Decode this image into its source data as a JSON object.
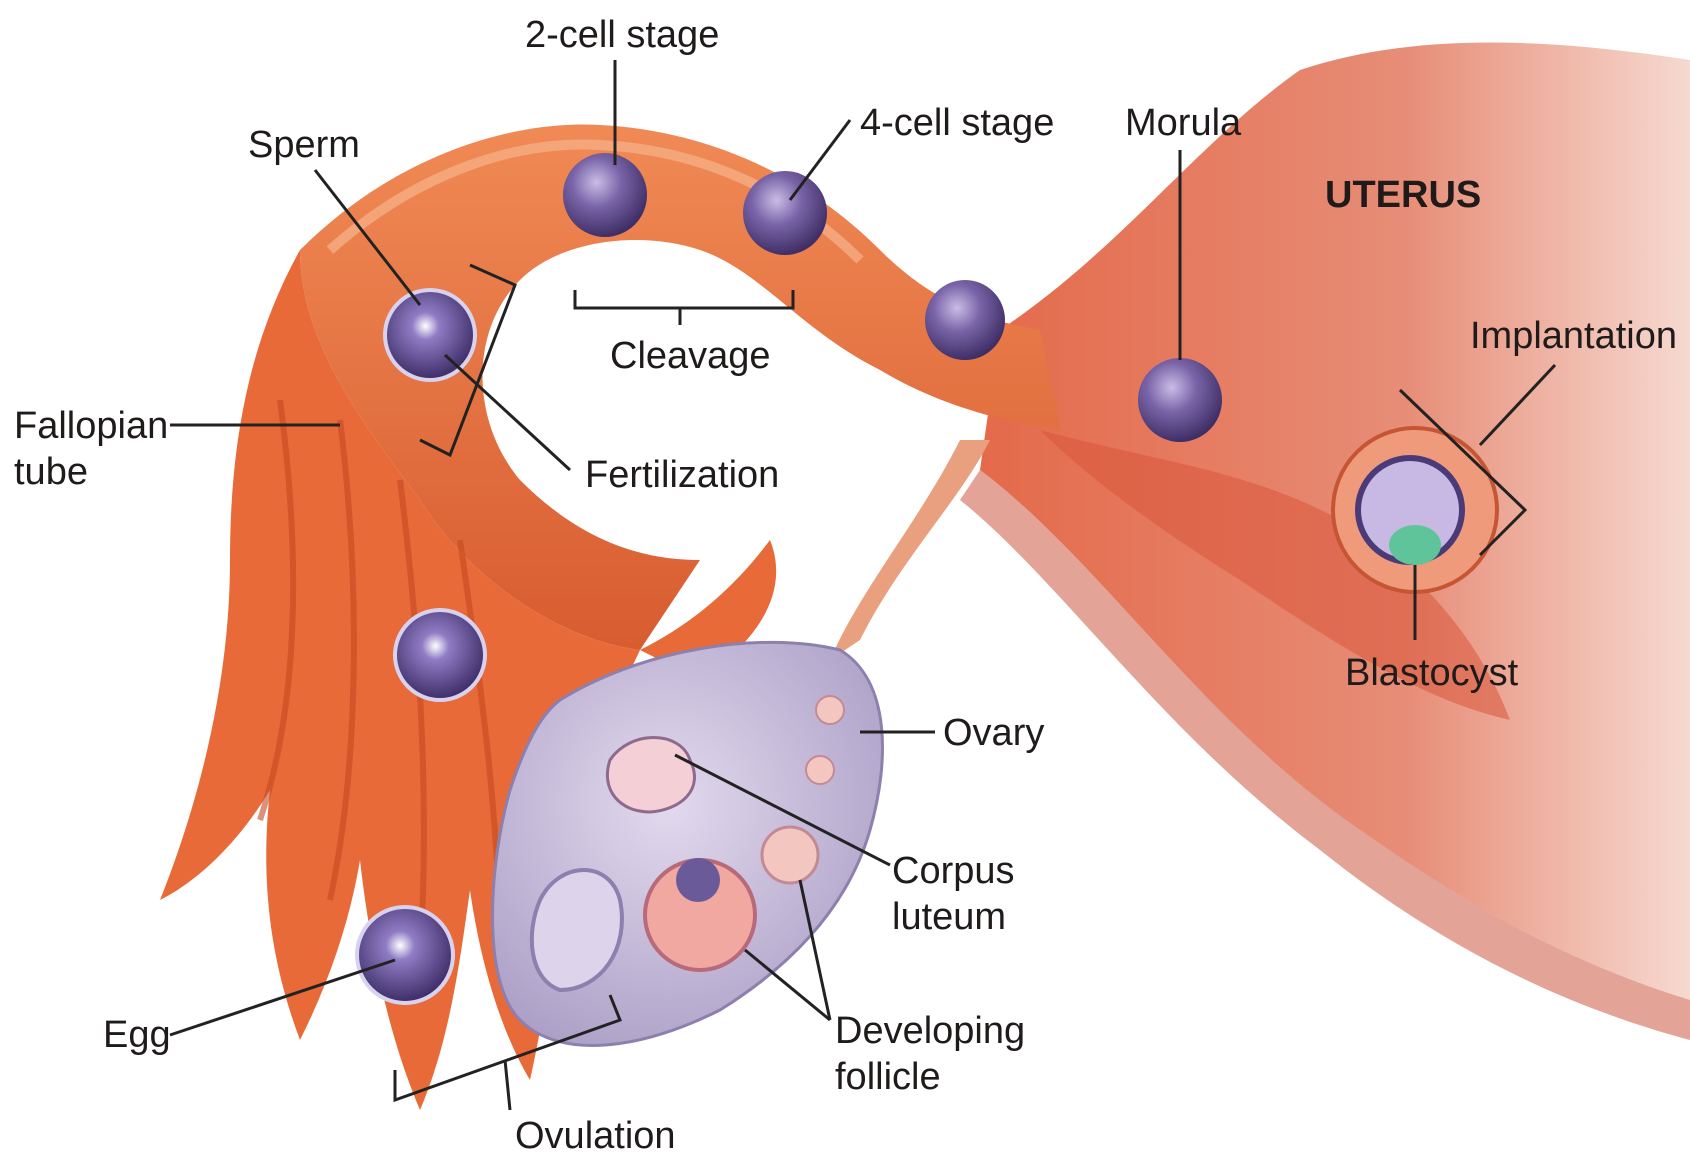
{
  "labels": {
    "two_cell_stage": "2-cell stage",
    "four_cell_stage": "4-cell stage",
    "morula": "Morula",
    "sperm": "Sperm",
    "uterus": "UTERUS",
    "cleavage": "Cleavage",
    "implantation": "Implantation",
    "fallopian_tube": [
      "Fallopian",
      "tube"
    ],
    "fertilization": "Fertilization",
    "blastocyst": "Blastocyst",
    "ovary": "Ovary",
    "corpus_luteum": [
      "Corpus",
      "luteum"
    ],
    "egg": "Egg",
    "developing_follicle": [
      "Developing",
      "follicle"
    ],
    "ovulation": "Ovulation"
  },
  "colors": {
    "tube": "#e8703d",
    "tube_dark": "#c9522a",
    "uterus": "#e3836a",
    "ovary": "#c7bdd6",
    "cell": "#5e4a8a",
    "leader_line": "#222222"
  }
}
